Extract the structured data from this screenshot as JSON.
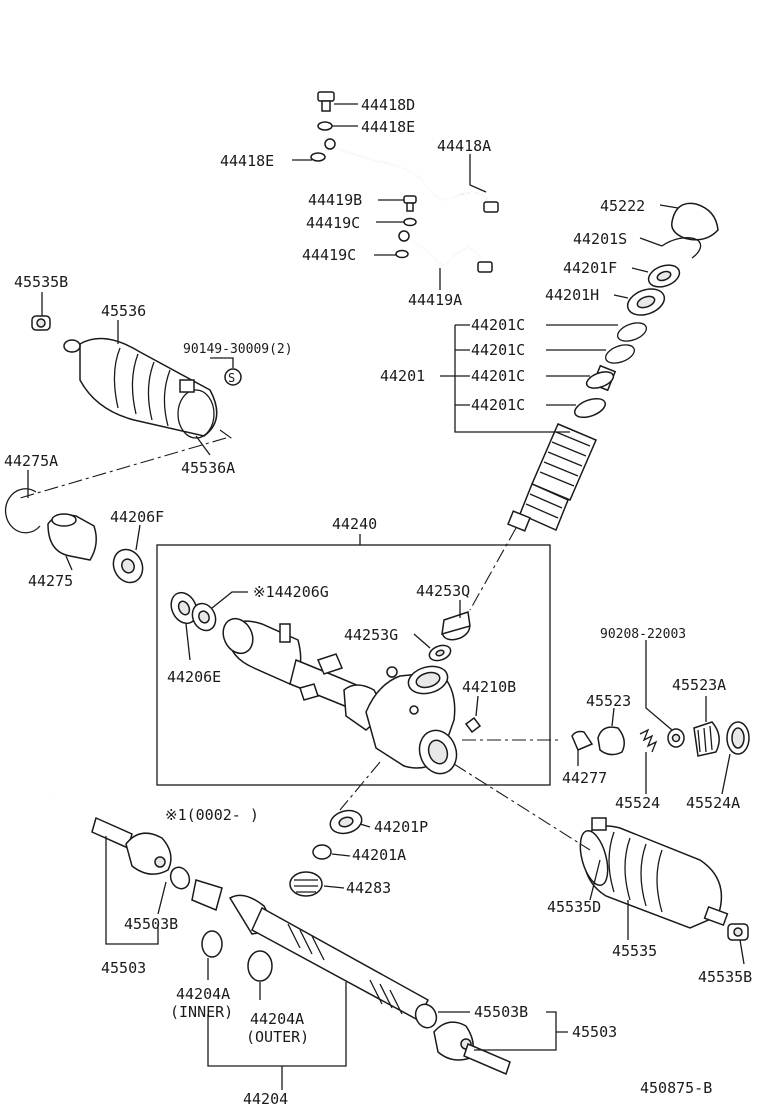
{
  "diagram": {
    "code": "450875-B",
    "note_star": "※1(0002-      )",
    "labels": {
      "p44418D": "44418D",
      "p44418E_a": "44418E",
      "p44418E_b": "44418E",
      "p44418A": "44418A",
      "p44419B": "44419B",
      "p44419C_a": "44419C",
      "p44419C_b": "44419C",
      "p44419A": "44419A",
      "p45222": "45222",
      "p44201S": "44201S",
      "p44201F": "44201F",
      "p44201H": "44201H",
      "p44201C_1": "44201C",
      "p44201C_2": "44201C",
      "p44201C_3": "44201C",
      "p44201C_4": "44201C",
      "p44201": "44201",
      "p45535B_a": "45535B",
      "p45536": "45536",
      "p90149": "90149-30009(2)",
      "p45536A": "45536A",
      "p44275A": "44275A",
      "p44275": "44275",
      "p44206F": "44206F",
      "p44240": "44240",
      "p44206G": "※144206G",
      "p44206E": "44206E",
      "p44253Q": "44253Q",
      "p44253G": "44253G",
      "p44210B": "44210B",
      "p90208": "90208-22003",
      "p45523": "45523",
      "p45523A": "45523A",
      "p44277": "44277",
      "p45524": "45524",
      "p45524A": "45524A",
      "p44201P": "44201P",
      "p44201A": "44201A",
      "p44283": "44283",
      "p45535D": "45535D",
      "p45535": "45535",
      "p45535B_b": "45535B",
      "p45503B_a": "45503B",
      "p45503_a": "45503",
      "p44204A_inner": "44204A",
      "inner": "(INNER)",
      "p44204A_outer": "44204A",
      "outer": "(OUTER)",
      "p44204": "44204",
      "p45503B_b": "45503B",
      "p45503_b": "45503"
    }
  }
}
